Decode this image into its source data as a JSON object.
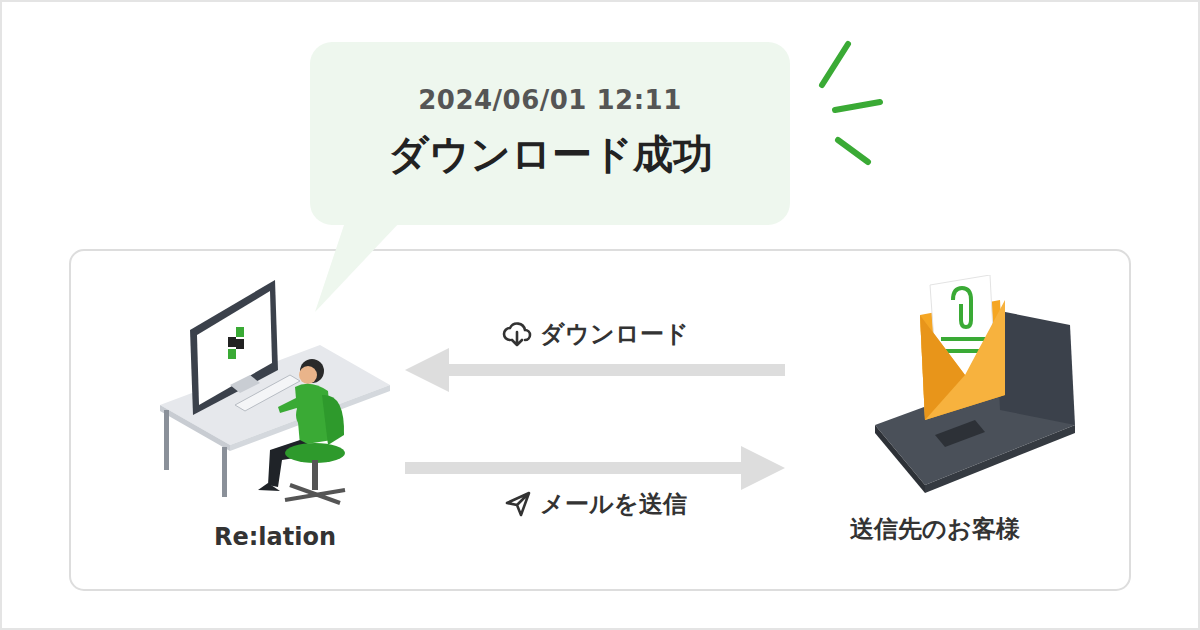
{
  "diagram": {
    "nodes": [
      {
        "text": [
          "2024/06/01 12:11",
          "ダウンロード成功"
        ]
      },
      {
        "text": [
          "Re:lation"
        ]
      },
      {
        "text": [
          "送信先のお客様"
        ]
      }
    ],
    "edges": [
      {
        "from": 2,
        "to": 1,
        "arrow": "to",
        "label": "ダウンロード"
      },
      {
        "from": 1,
        "to": 2,
        "arrow": "to",
        "label": "メールを送信"
      }
    ]
  }
}
